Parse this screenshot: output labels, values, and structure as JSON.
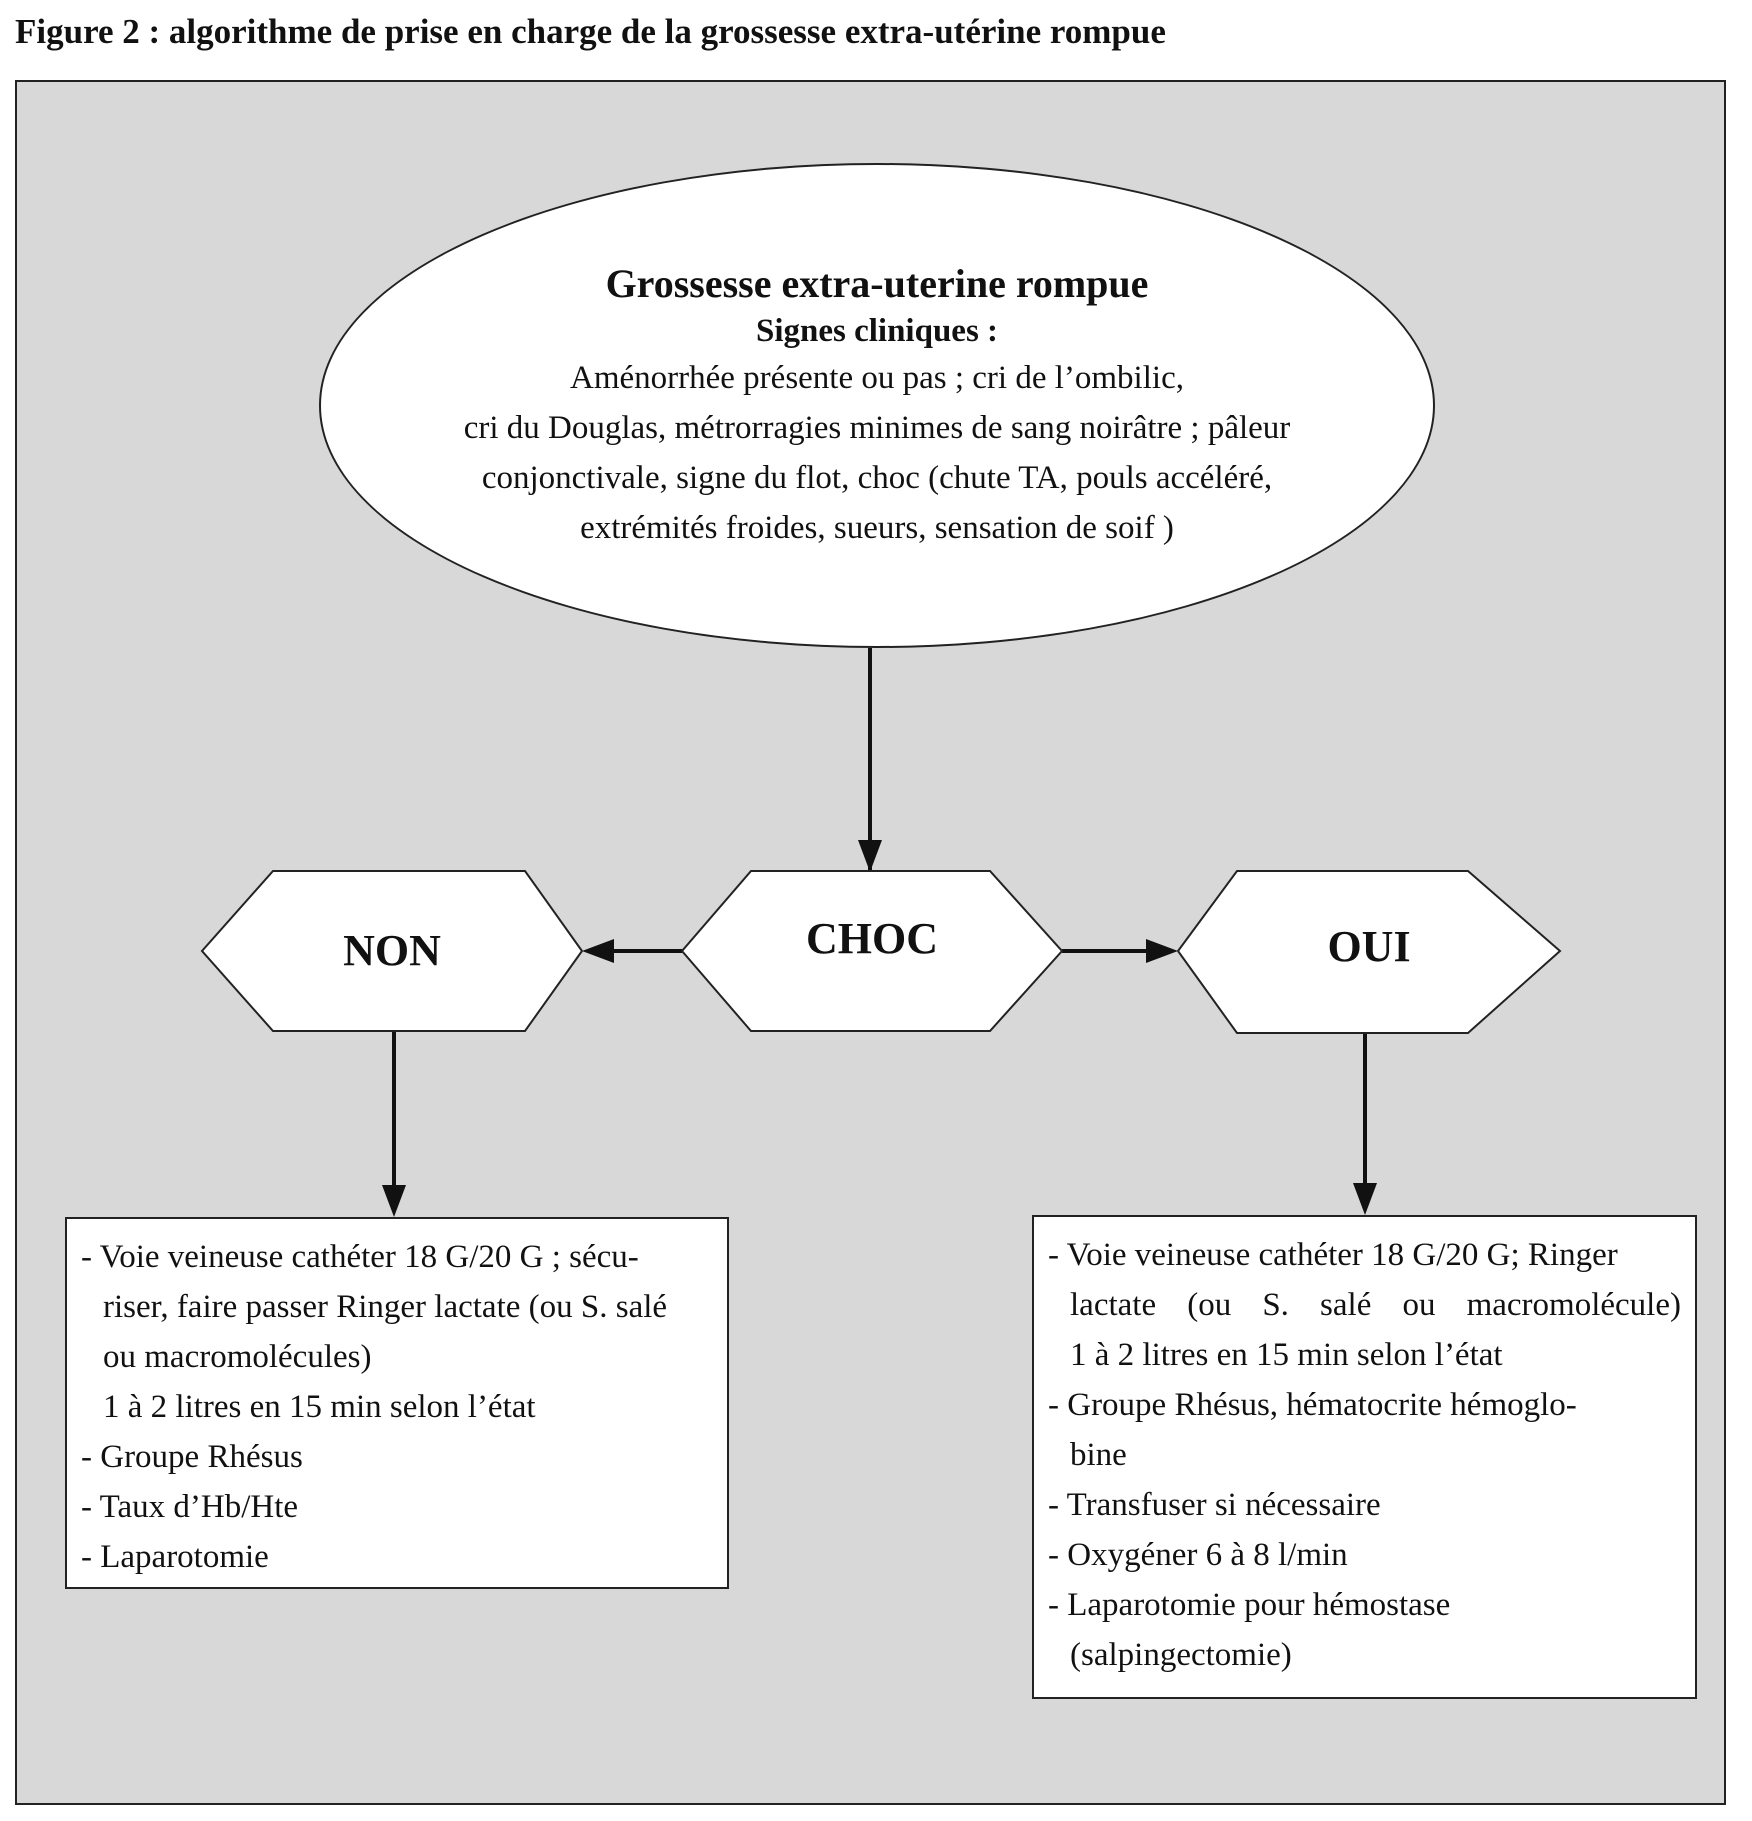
{
  "figure": {
    "title": "Figure 2 : algorithme de prise en charge de la grossesse extra-utérine rompue"
  },
  "ellipse": {
    "title": "Grossesse extra-uterine rompue",
    "subtitle": "Signes cliniques :",
    "lines": [
      "Aménorrhée présente ou pas ; cri de l’ombilic,",
      "cri du Douglas, métrorragies minimes de sang noirâtre ; pâleur",
      "conjonctivale, signe du flot, choc (chute TA, pouls accéléré,",
      "extrémités froides, sueurs, sensation de soif )"
    ]
  },
  "decision": {
    "center": "CHOC",
    "no": "NON",
    "yes": "OUI"
  },
  "left_box": {
    "lines": [
      "- Voie veineuse cathéter 18 G/20 G ; sécu-",
      "riser, faire passer Ringer lactate (ou S. salé",
      "ou macromolécules)",
      "1 à 2 litres en 15 min selon l’état",
      "- Groupe Rhésus",
      "- Taux d’Hb/Hte",
      "- Laparotomie"
    ]
  },
  "right_box": {
    "lines": [
      "- Voie veineuse cathéter 18 G/20 G; Ringer",
      "lactate (ou S. salé ou macromolécule)",
      "1 à 2 litres en 15 min selon l’état",
      "- Groupe Rhésus, hématocrite hémoglo-",
      "bine",
      "- Transfuser si nécessaire",
      "- Oxygéner 6 à 8 l/min",
      "- Laparotomie pour hémostase",
      "(salpingectomie)"
    ]
  }
}
